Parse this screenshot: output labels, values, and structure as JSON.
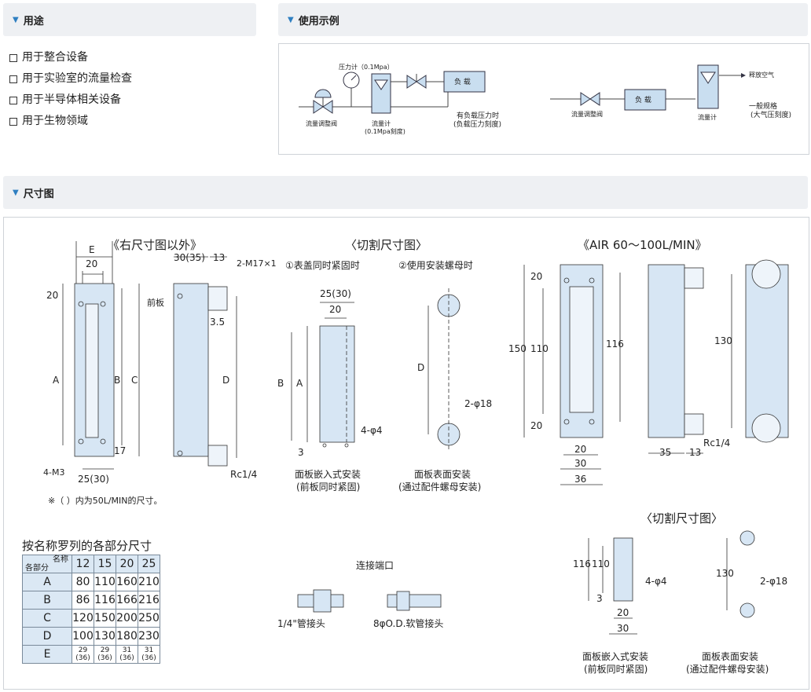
{
  "sections": {
    "usage_title": "用途",
    "example_title": "使用示例",
    "dimension_title": "尺寸图"
  },
  "usage_items": [
    "用于整合设备",
    "用于实验室的流量检查",
    "用于半导体相关设备",
    "用于生物领域"
  ],
  "example": {
    "left": {
      "gauge_label": "压力计（0.1Mpa）",
      "valve_label": "流量调整阀",
      "meter_label_1": "流量计",
      "meter_label_2": "(0.1Mpa刻度)",
      "load_label": "负 载",
      "note_1": "有负载压力时",
      "note_2": "(负载压力刻度)"
    },
    "right": {
      "valve_label": "流量调整阀",
      "load_label": "负 载",
      "meter_label": "流量计",
      "release_label": "释放空气",
      "note_1": "一般规格",
      "note_2": "(大气压刻度)"
    }
  },
  "drawing": {
    "title_left": "《右尺寸图以外》",
    "title_cut": "〈切割尺寸图〉",
    "title_air": "《AIR 60～100L/MIN》",
    "title_cut2": "〈切割尺寸图〉",
    "cut_option_1": "①表盖同时紧固时",
    "cut_option_2": "②使用安装螺母时",
    "note_paren": "※（  ）内为50L/MIN的尺寸。",
    "front_plate": "前板",
    "thread_top": "2-M17×1",
    "rc": "Rc1/4",
    "m3": "4-M3",
    "phi4": "4-φ4",
    "phi18": "2-φ18",
    "dim_E": "E",
    "dim_20": "20",
    "dim_30_35": "30(35)",
    "dim_13": "13",
    "dim_3_5": "3.5",
    "dim_17": "17",
    "dim_25_30": "25(30)",
    "dim_A": "A",
    "dim_B": "B",
    "dim_C": "C",
    "dim_D": "D",
    "dim_3": "3",
    "dim_150": "150",
    "dim_110": "110",
    "dim_116": "116",
    "dim_130": "130",
    "dim_30": "30",
    "dim_36": "36",
    "dim_35": "35",
    "panel_embed_1": "面板嵌入式安装",
    "panel_embed_2": "(前板同时紧固)",
    "panel_surface_1": "面板表面安装",
    "panel_surface_2": "(通过配件螺母安装)"
  },
  "table": {
    "title": "按名称罗列的各部分尺寸",
    "corner_top": "名称",
    "corner_bottom": "各部分",
    "columns": [
      "12",
      "15",
      "20",
      "25"
    ],
    "rows": [
      {
        "name": "A",
        "values": [
          "80",
          "110",
          "160",
          "210"
        ]
      },
      {
        "name": "B",
        "values": [
          "86",
          "116",
          "166",
          "216"
        ]
      },
      {
        "name": "C",
        "values": [
          "120",
          "150",
          "200",
          "250"
        ]
      },
      {
        "name": "D",
        "values": [
          "100",
          "130",
          "180",
          "230"
        ]
      },
      {
        "name": "E",
        "values": [
          "29\n(36)",
          "29\n(36)",
          "31\n(36)",
          "31\n(36)"
        ]
      }
    ]
  },
  "ports": {
    "title": "连接端口",
    "pipe": "1/4\"管接头",
    "hose": "8φO.D.软管接头"
  }
}
